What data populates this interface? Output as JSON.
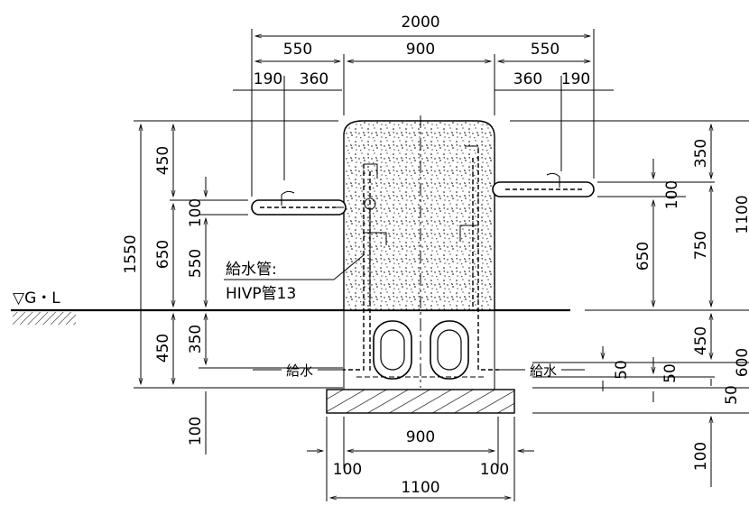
{
  "dims": {
    "top_total": "2000",
    "top_left": "550",
    "top_mid": "900",
    "top_right": "550",
    "top_l190": "190",
    "top_l360": "360",
    "top_r360": "360",
    "top_r190": "190",
    "bot_900": "900",
    "bot_100_left": "100",
    "bot_100_right": "100",
    "bot_1100": "1100",
    "left_1550": "1550",
    "left_450_top": "450",
    "left_650": "650",
    "left_100": "100",
    "left_550": "550",
    "left_450_bot": "450",
    "left_350": "350",
    "left_100_bot": "100",
    "right_350": "350",
    "right_1100": "1100",
    "right_100": "100",
    "right_750": "750",
    "right_650": "650",
    "right_450": "450",
    "right_600": "600",
    "right_50a": "50",
    "right_50b": "50",
    "right_50c": "50",
    "right_100_bot": "100"
  },
  "labels": {
    "gl": "▽G・L",
    "supply_pipe": "給水管:",
    "supply_pipe_spec": "HIVP管13",
    "supply_left": "給水",
    "supply_right": "給水"
  }
}
